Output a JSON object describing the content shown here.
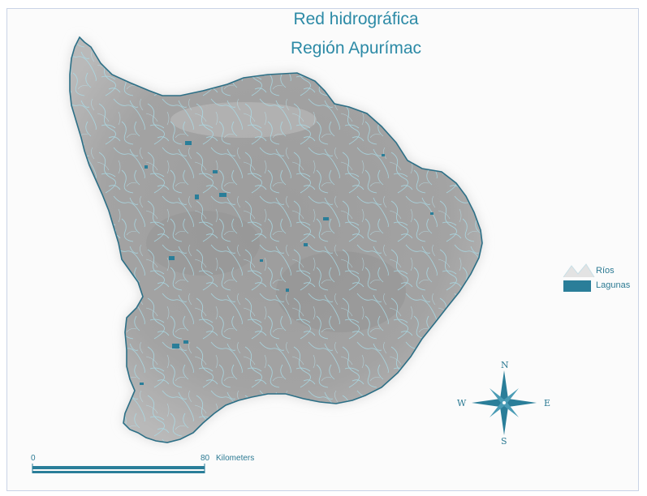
{
  "title": {
    "line1": "Red hidrográfica",
    "line2": "Región Apurímac"
  },
  "legend": {
    "items": [
      {
        "label": "Ríos",
        "symbol": "river-line-icon"
      },
      {
        "label": "Lagunas",
        "symbol": "lagoon-fill-icon"
      }
    ]
  },
  "compass": {
    "north": "N",
    "south": "S",
    "east": "E",
    "west": "W"
  },
  "scale_bar": {
    "start_label": "0",
    "end_label": "80",
    "unit": "Kilometers"
  },
  "colors": {
    "title": "#2c8aa6",
    "river": "#a9dde9",
    "lagoon": "#2a7e99",
    "outline": "#2c6f86",
    "relief": "#9a9a9a"
  }
}
